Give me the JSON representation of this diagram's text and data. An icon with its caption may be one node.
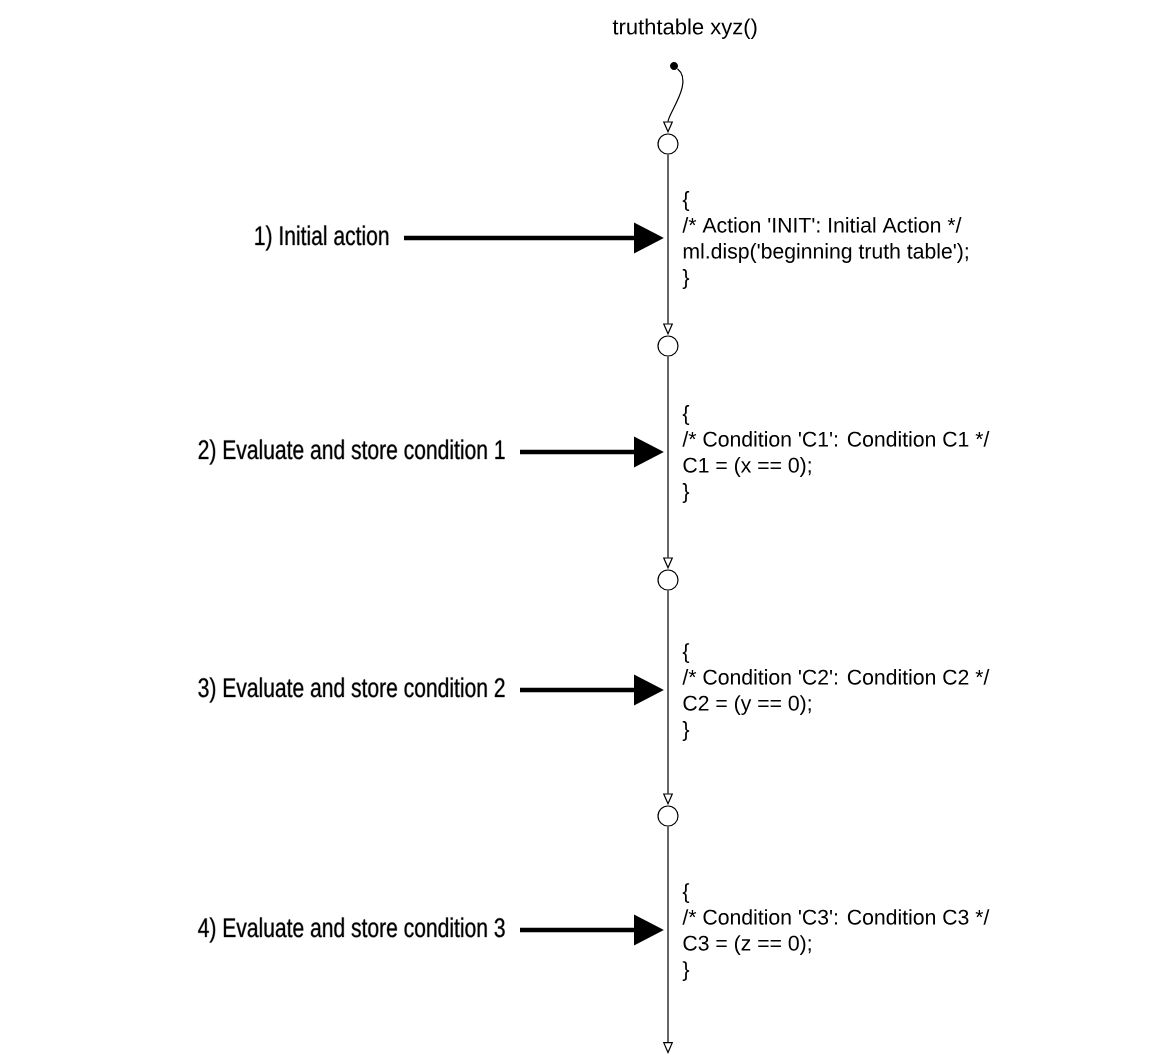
{
  "diagram": {
    "title": "truthtable xyz()",
    "nodes": [
      {
        "text": [],
        "shape": "dot"
      },
      {
        "text": [],
        "shape": "circle"
      },
      {
        "text": [
          "1) Initial action"
        ]
      },
      {
        "text": [
          "{",
          "/* Action 'INIT': Initial Action */",
          "ml.disp('beginning truth table');",
          "}"
        ]
      },
      {
        "text": [],
        "shape": "circle"
      },
      {
        "text": [
          "2) Evaluate and store condition 1"
        ]
      },
      {
        "text": [
          "{",
          "/* Condition 'C1': Condition C1 */",
          "C1 = (x == 0);",
          "}"
        ]
      },
      {
        "text": [],
        "shape": "circle"
      },
      {
        "text": [
          "3) Evaluate and store condition 2"
        ]
      },
      {
        "text": [
          "{",
          "/* Condition 'C2': Condition C2 */",
          "C2 = (y == 0);",
          "}"
        ]
      },
      {
        "text": [],
        "shape": "circle"
      },
      {
        "text": [
          "4) Evaluate and store condition 3"
        ]
      },
      {
        "text": [
          "{",
          "/* Condition 'C3': Condition C3 */",
          "C3 = (z == 0);",
          "}"
        ]
      }
    ],
    "edges": [
      {
        "from": 0,
        "to": 1,
        "arrow": "to"
      },
      {
        "from": 1,
        "to": 4,
        "arrow": "to"
      },
      {
        "from": 4,
        "to": 7,
        "arrow": "to"
      },
      {
        "from": 7,
        "to": 10,
        "arrow": "to"
      },
      {
        "from": 10,
        "to": null,
        "arrow": "to"
      },
      {
        "from": 2,
        "to": 3,
        "arrow": "to",
        "style": "thick"
      },
      {
        "from": 5,
        "to": 6,
        "arrow": "to",
        "style": "thick"
      },
      {
        "from": 8,
        "to": 9,
        "arrow": "to",
        "style": "thick"
      },
      {
        "from": 11,
        "to": 12,
        "arrow": "to",
        "style": "thick"
      }
    ]
  }
}
